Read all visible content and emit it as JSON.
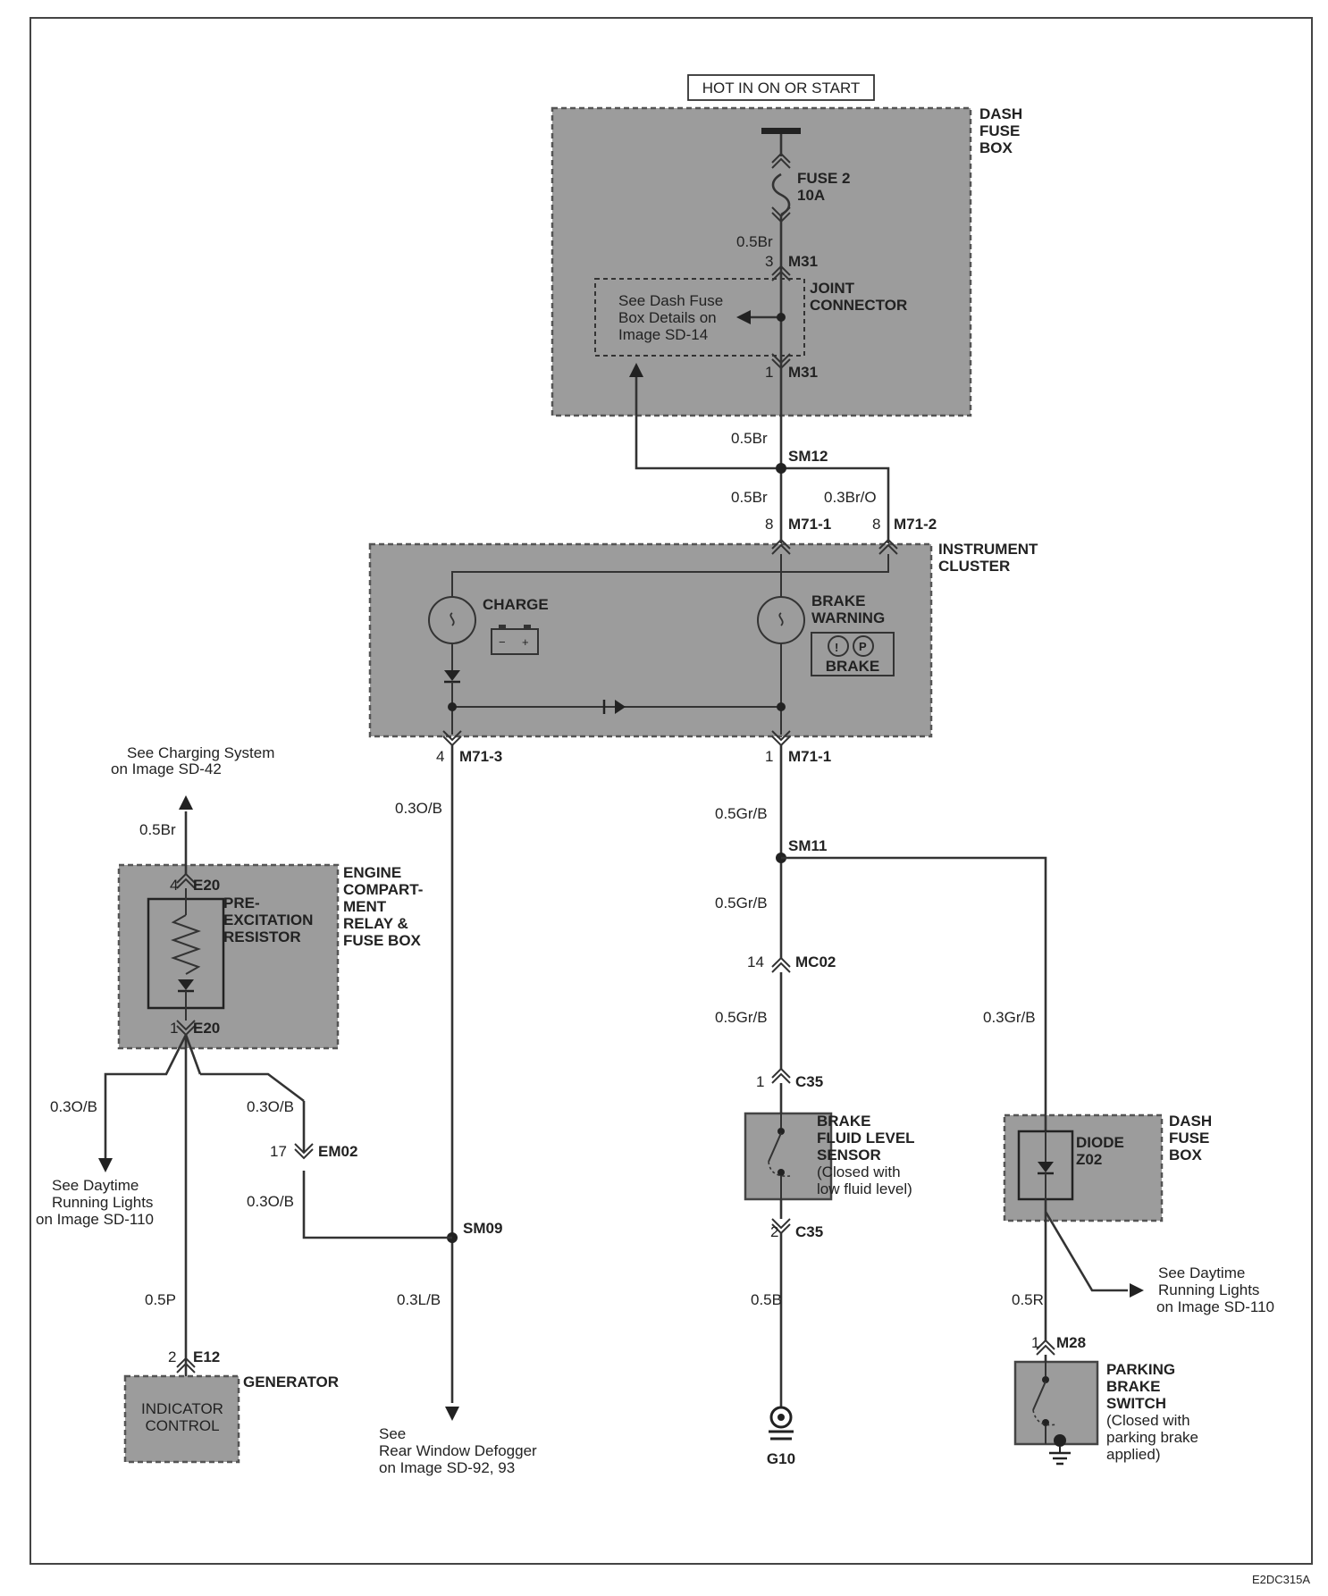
{
  "header": {
    "hot_label": "HOT IN ON OR START"
  },
  "dash_fuse_box": {
    "title": [
      "DASH",
      "FUSE",
      "BOX"
    ],
    "fuse": [
      "FUSE 2",
      "10A"
    ],
    "wire_top": "0.5Br",
    "m31_top_pin": "3",
    "m31_top": "M31",
    "joint": [
      "JOINT",
      "CONNECTOR"
    ],
    "see_details": [
      "See Dash Fuse",
      "Box Details on",
      "Image SD-14"
    ],
    "m31_bottom_pin": "1",
    "m31_bottom": "M31"
  },
  "sm12": {
    "wire_above": "0.5Br",
    "splice": "SM12",
    "wire_left": "0.5Br",
    "wire_right": "0.3Br/O"
  },
  "instrument_cluster": {
    "title": [
      "INSTRUMENT",
      "CLUSTER"
    ],
    "pin_m71_1_top": "8",
    "m71_1_top": "M71-1",
    "pin_m71_2": "8",
    "m71_2": "M71-2",
    "charge": "CHARGE",
    "brake_warning": [
      "BRAKE",
      "WARNING"
    ],
    "brake": "BRAKE",
    "pin_m71_3": "4",
    "m71_3": "M71-3",
    "pin_m71_1_bottom": "1",
    "m71_1_bottom": "M71-1"
  },
  "charging": {
    "see": [
      "See Charging System",
      "on Image SD-42"
    ],
    "wire": "0.5Br"
  },
  "engine_box": {
    "title": [
      "ENGINE",
      "COMPART-",
      "MENT",
      "RELAY &",
      "FUSE BOX"
    ],
    "resistor": [
      "PRE-",
      "EXCITATION",
      "RESISTOR"
    ],
    "e20_top_pin": "4",
    "e20_top": "E20",
    "e20_bottom_pin": "1",
    "e20_bottom": "E20"
  },
  "left_branch": {
    "wire_left": "0.3O/B",
    "see_drl": [
      "See Daytime",
      "Running Lights",
      "on Image SD-110"
    ],
    "wire_mid": "0.3O/B",
    "em02_pin": "17",
    "em02": "EM02",
    "wire_mid2": "0.3O/B",
    "wire_gen": "0.5P",
    "e12_pin": "2",
    "e12": "E12"
  },
  "generator": {
    "title": "GENERATOR",
    "indicator": [
      "INDICATOR",
      "CONTROL"
    ]
  },
  "center_left": {
    "wire_top": "0.3O/B",
    "splice": "SM09",
    "wire_bottom": "0.3L/B",
    "see": [
      "See",
      "Rear Window Defogger",
      "on Image SD-92, 93"
    ]
  },
  "center_right": {
    "wire_1": "0.5Gr/B",
    "splice": "SM11",
    "wire_2": "0.5Gr/B",
    "mc02_pin": "14",
    "mc02": "MC02",
    "wire_3": "0.5Gr/B",
    "c35_top_pin": "1",
    "c35_top": "C35",
    "sensor": [
      "BRAKE",
      "FLUID LEVEL",
      "SENSOR"
    ],
    "sensor_note": [
      "(Closed with",
      "low fluid level)"
    ],
    "c35_bottom_pin": "2",
    "c35_bottom": "C35",
    "wire_ground": "0.5B",
    "ground": "G10"
  },
  "right_branch": {
    "wire_top": "0.3Gr/B",
    "fuse_box": [
      "DASH",
      "FUSE",
      "BOX"
    ],
    "diode": [
      "DIODE",
      "Z02"
    ],
    "see_drl": [
      "See Daytime",
      "Running Lights",
      "on Image SD-110"
    ],
    "wire_bottom": "0.5R",
    "m28_pin": "1",
    "m28": "M28",
    "switch": [
      "PARKING",
      "BRAKE",
      "SWITCH"
    ],
    "switch_note": [
      "(Closed with",
      "parking brake",
      "applied)"
    ]
  },
  "footer": {
    "code": "E2DC315A"
  }
}
